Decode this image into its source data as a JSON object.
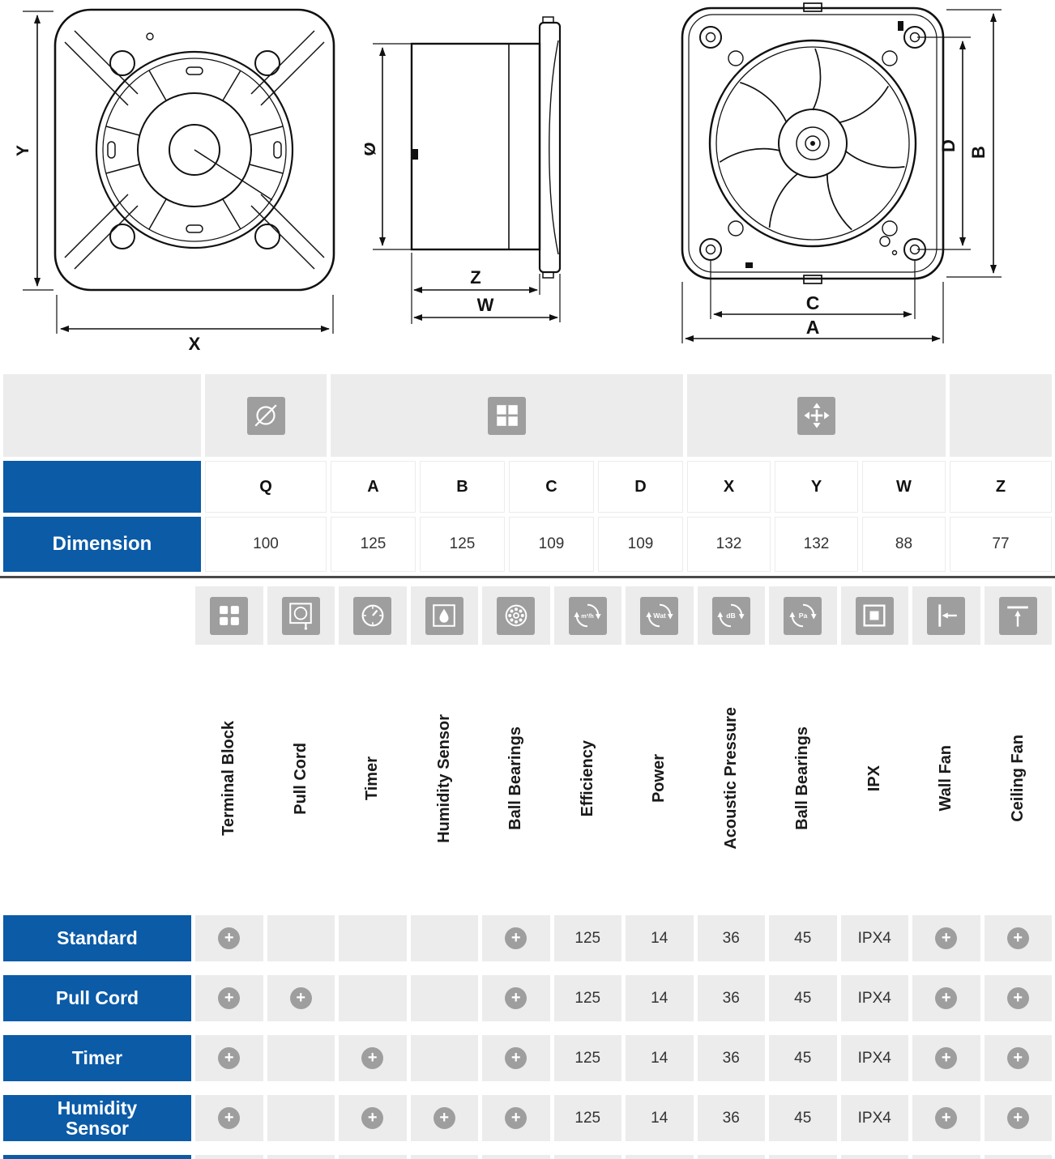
{
  "colors": {
    "accent_blue": "#0b5ba7",
    "cell_gray": "#ececec",
    "icon_gray": "#9e9e9e"
  },
  "drawings": {
    "front": {
      "vertical_label": "Y",
      "horizontal_label": "X"
    },
    "side": {
      "diameter_label": "Ø",
      "inner_depth_label": "Z",
      "outer_depth_label": "W"
    },
    "back": {
      "inner_vertical_label": "D",
      "outer_vertical_label": "B",
      "inner_horizontal_label": "C",
      "outer_horizontal_label": "A"
    }
  },
  "dimension_table": {
    "group_icons": [
      "diameter-icon",
      "window-pane-icon",
      "expand-arrows-icon"
    ],
    "columns": [
      "Q",
      "A",
      "B",
      "C",
      "D",
      "X",
      "Y",
      "W",
      "Z"
    ],
    "row_label": "Dimension",
    "values": [
      "100",
      "125",
      "125",
      "109",
      "109",
      "132",
      "132",
      "88",
      "77"
    ]
  },
  "feature_table": {
    "columns": [
      {
        "icon": "terminal-block-icon",
        "label": "Terminal Block"
      },
      {
        "icon": "pull-cord-icon",
        "label": "Pull Cord"
      },
      {
        "icon": "timer-icon",
        "label": "Timer"
      },
      {
        "icon": "humidity-sensor-icon",
        "label": "Humidity Sensor"
      },
      {
        "icon": "ball-bearings-icon",
        "label": "Ball Bearings"
      },
      {
        "icon": "efficiency-icon",
        "icon_text": "m³/h",
        "label": "Efficiency"
      },
      {
        "icon": "power-icon",
        "icon_text": "Wat",
        "label": "Power"
      },
      {
        "icon": "acoustic-pressure-icon",
        "icon_text": "dB",
        "label": "Acoustic Pressure"
      },
      {
        "icon": "pressure-icon",
        "icon_text": "Pa",
        "label": "Ball Bearings"
      },
      {
        "icon": "ipx-icon",
        "label": "IPX"
      },
      {
        "icon": "wall-fan-icon",
        "label": "Wall Fan"
      },
      {
        "icon": "ceiling-fan-icon",
        "label": "Ceiling Fan"
      }
    ],
    "rows": [
      {
        "label": "Standard",
        "cells": [
          "+",
          "",
          "",
          "",
          "+",
          "125",
          "14",
          "36",
          "45",
          "IPX4",
          "+",
          "+"
        ]
      },
      {
        "label": "Pull Cord",
        "cells": [
          "+",
          "+",
          "",
          "",
          "+",
          "125",
          "14",
          "36",
          "45",
          "IPX4",
          "+",
          "+"
        ]
      },
      {
        "label": "Timer",
        "cells": [
          "+",
          "",
          "+",
          "",
          "+",
          "125",
          "14",
          "36",
          "45",
          "IPX4",
          "+",
          "+"
        ]
      },
      {
        "label": "Humidity Sensor",
        "cells": [
          "+",
          "",
          "+",
          "+",
          "+",
          "125",
          "14",
          "36",
          "45",
          "IPX4",
          "+",
          "+"
        ]
      }
    ]
  }
}
